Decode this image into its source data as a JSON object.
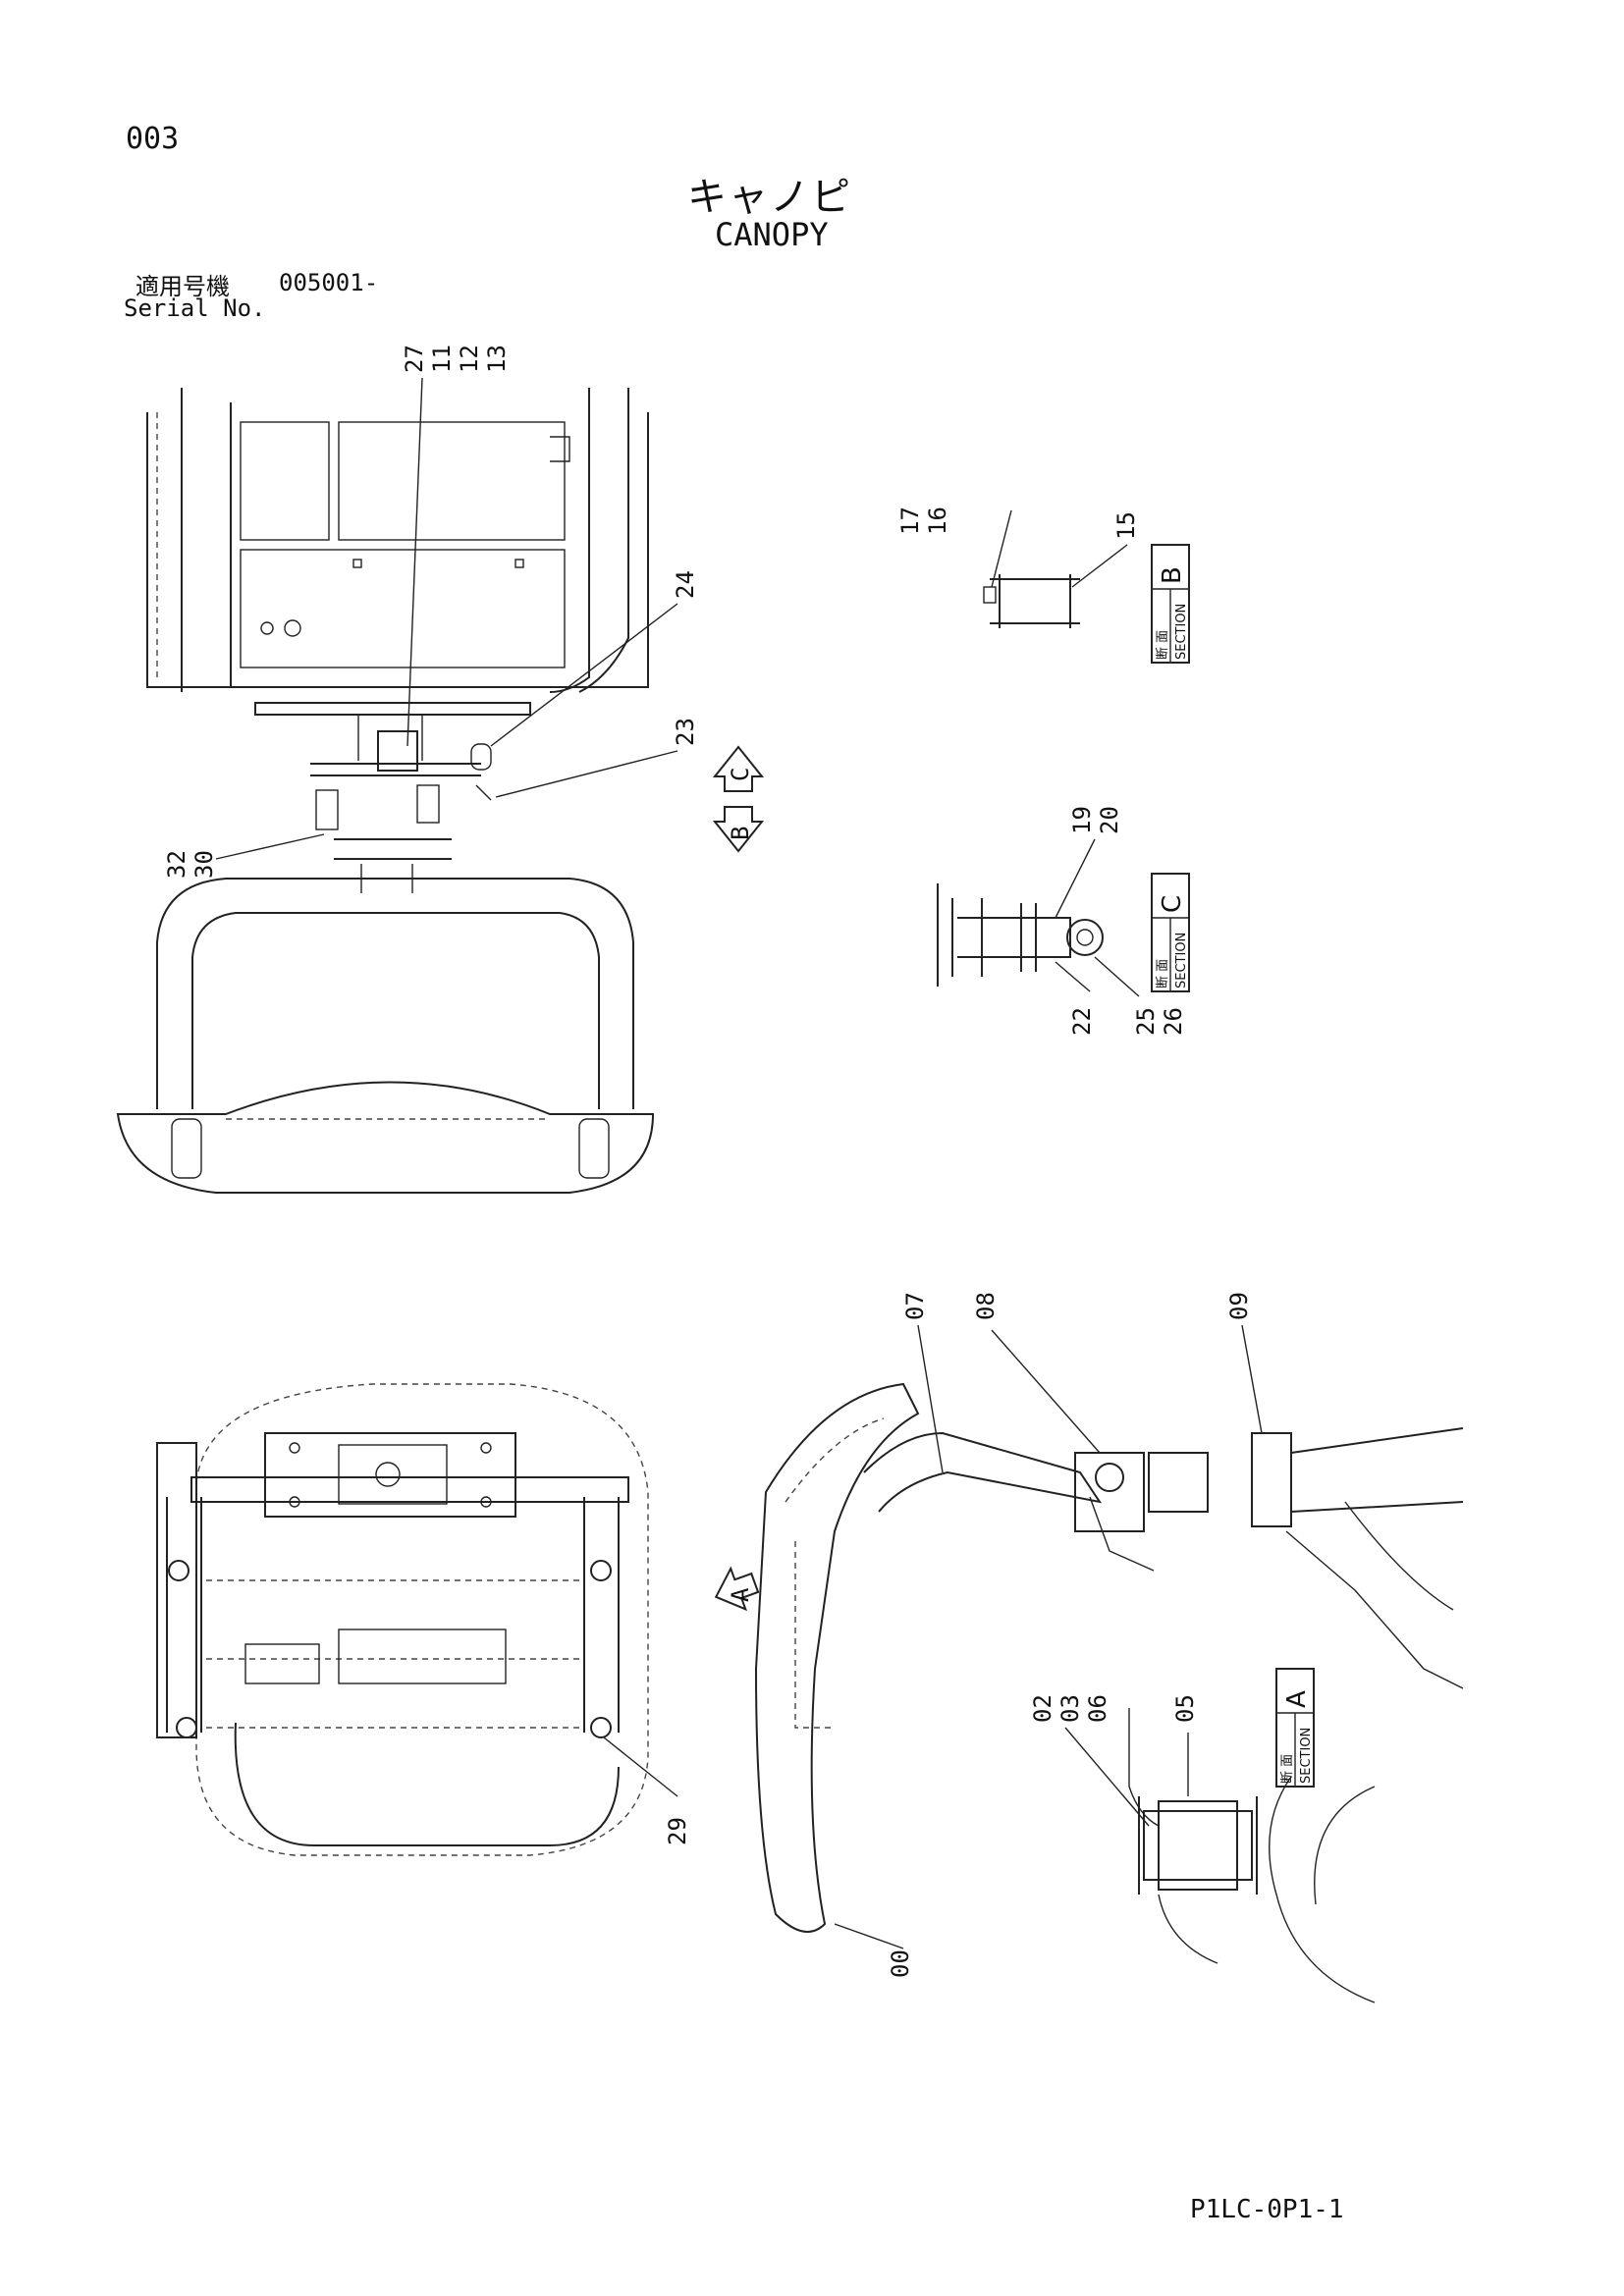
{
  "page_number": "003",
  "title_ja": "キャノピ",
  "title_en": "CANOPY",
  "serial": {
    "label_ja": "適用号機",
    "value": "005001-",
    "label_en": "Serial No."
  },
  "doc_code": "P1LC-0P1-1",
  "views": {
    "top_view": {
      "labels": [
        "27",
        "11",
        "12",
        "13",
        "24",
        "23",
        "32",
        "30"
      ]
    },
    "section_b": {
      "labels": [
        "17",
        "16",
        "15"
      ],
      "badge_ja": "断 面",
      "badge_en": "SECTION",
      "letter": "B"
    },
    "section_c": {
      "labels": [
        "19",
        "20",
        "22",
        "25",
        "26"
      ],
      "badge_ja": "断 面",
      "badge_en": "SECTION",
      "letter": "C"
    },
    "bottom_left_view": {
      "labels": [
        "29"
      ]
    },
    "side_view": {
      "labels": [
        "07",
        "08",
        "09",
        "00"
      ]
    },
    "section_a": {
      "labels": [
        "02",
        "03",
        "06",
        "05"
      ],
      "badge_ja": "断 面",
      "badge_en": "SECTION",
      "letter": "A"
    }
  },
  "view_arrows": [
    "C",
    "B",
    "A"
  ]
}
